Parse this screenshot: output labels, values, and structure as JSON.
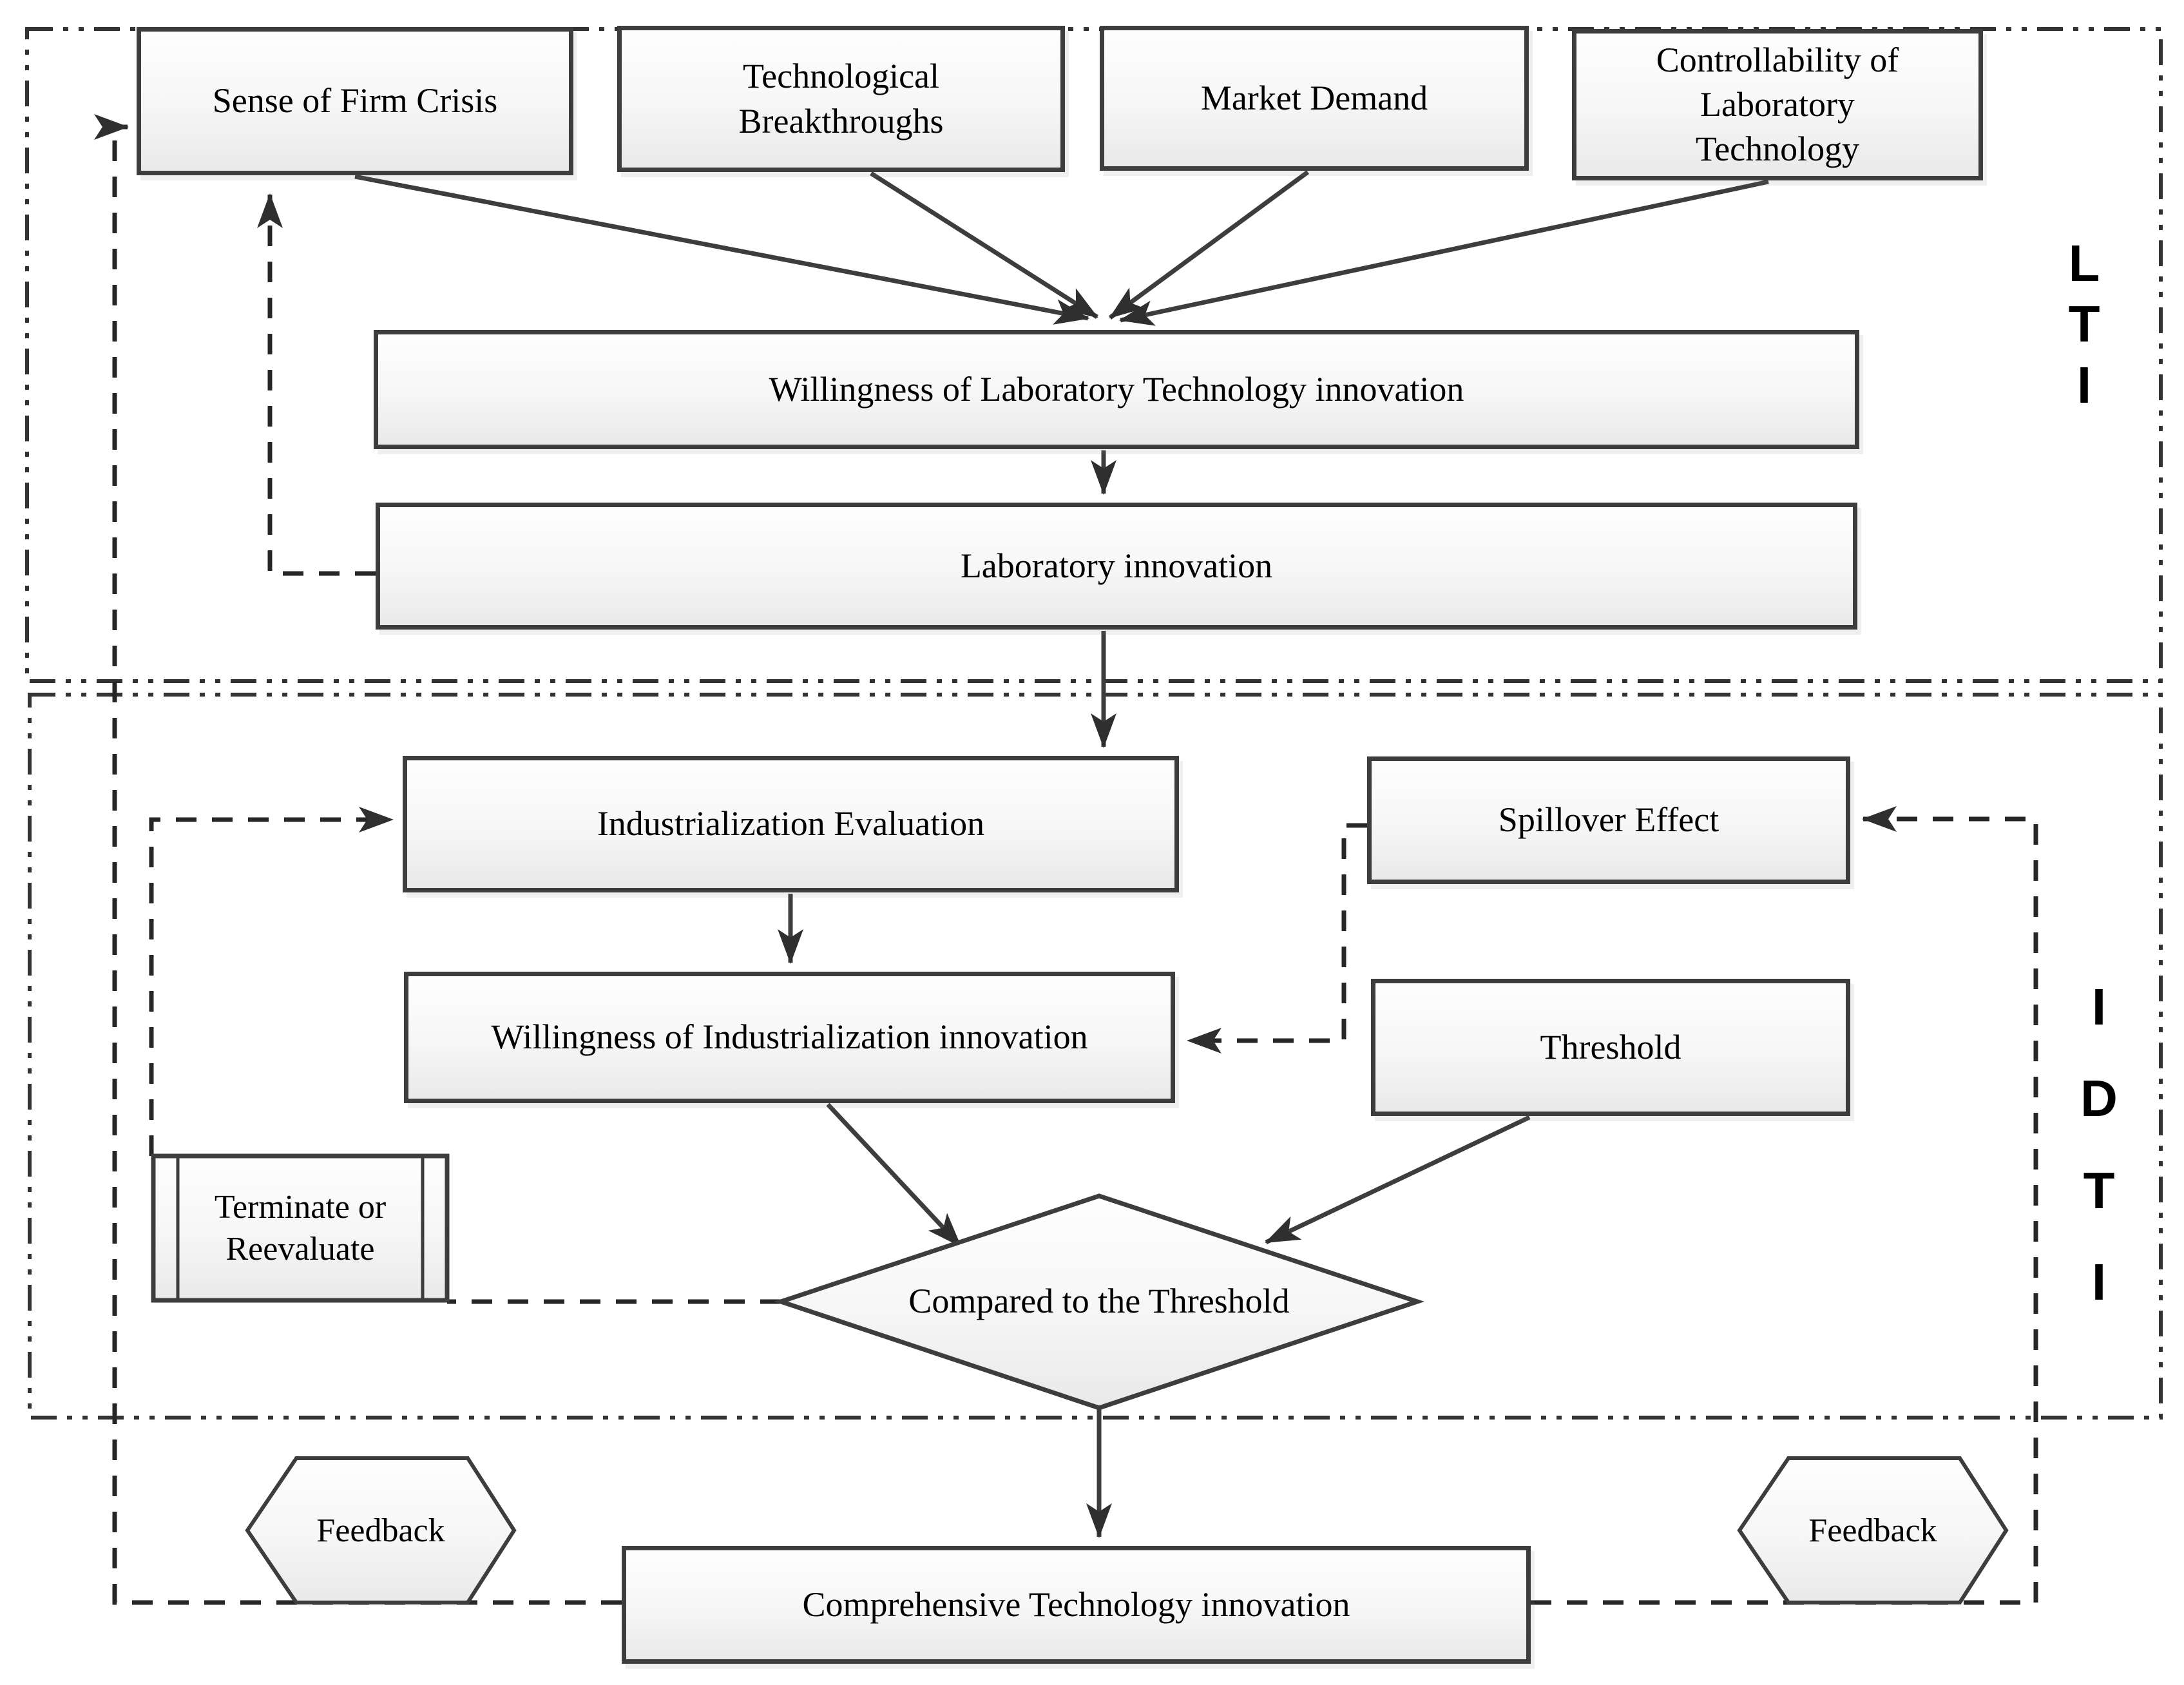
{
  "nodes": {
    "sense": "Sense of Firm Crisis",
    "tech": "Technological Breakthroughs",
    "market": "Market Demand",
    "control": "Controllability of Laboratory Technology",
    "willingness_lab": "Willingness of Laboratory Technology innovation",
    "lab_innovation": "Laboratory innovation",
    "industrial_eval": "Industrialization Evaluation",
    "spillover": "Spillover Effect",
    "willingness_ind": "Willingness of Industrialization innovation",
    "threshold": "Threshold",
    "terminate": "Terminate or Reevaluate",
    "compare": "Compared to the Threshold",
    "feedback_left": "Feedback",
    "feedback_right": "Feedback",
    "comprehensive": "Comprehensive Technology innovation"
  },
  "sections": {
    "lti": {
      "letters": [
        "L",
        "T",
        "I"
      ]
    },
    "idti": {
      "letters": [
        "I",
        "D",
        "T",
        "I"
      ]
    }
  },
  "colors": {
    "node_border": "#3d3d3d",
    "node_fill_top": "#fefefe",
    "node_fill_bottom": "#e9e9e9",
    "solid_connector": "#3d3d3d",
    "dashed_connector": "#262626",
    "section_border": "#333333",
    "text": "#000000"
  }
}
